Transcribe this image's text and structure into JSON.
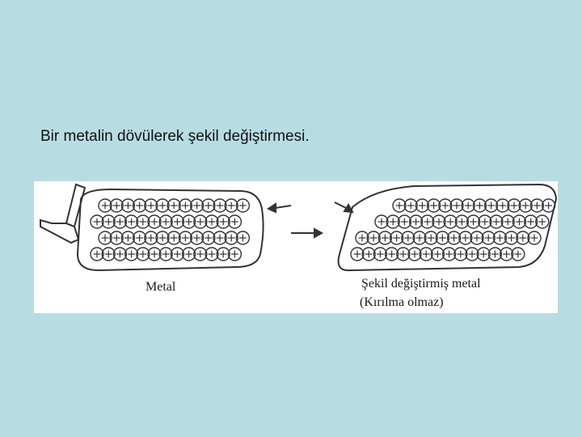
{
  "slide": {
    "title": "Bir metalin dövülerek şekil değiştirmesi."
  },
  "figure": {
    "label_metal": "Metal",
    "label_deformed": "Şekil değiştirmiş metal",
    "label_note": "(Kırılma olmaz)",
    "ion_rows_before": 4,
    "ions_per_row_before": [
      13,
      13,
      13,
      13
    ],
    "ion_rows_after": 4,
    "ions_per_row_after": [
      14,
      15,
      16,
      15
    ],
    "colors": {
      "background": "#b7dde2",
      "figure_bg": "#ffffff",
      "ink": "#333333"
    }
  }
}
